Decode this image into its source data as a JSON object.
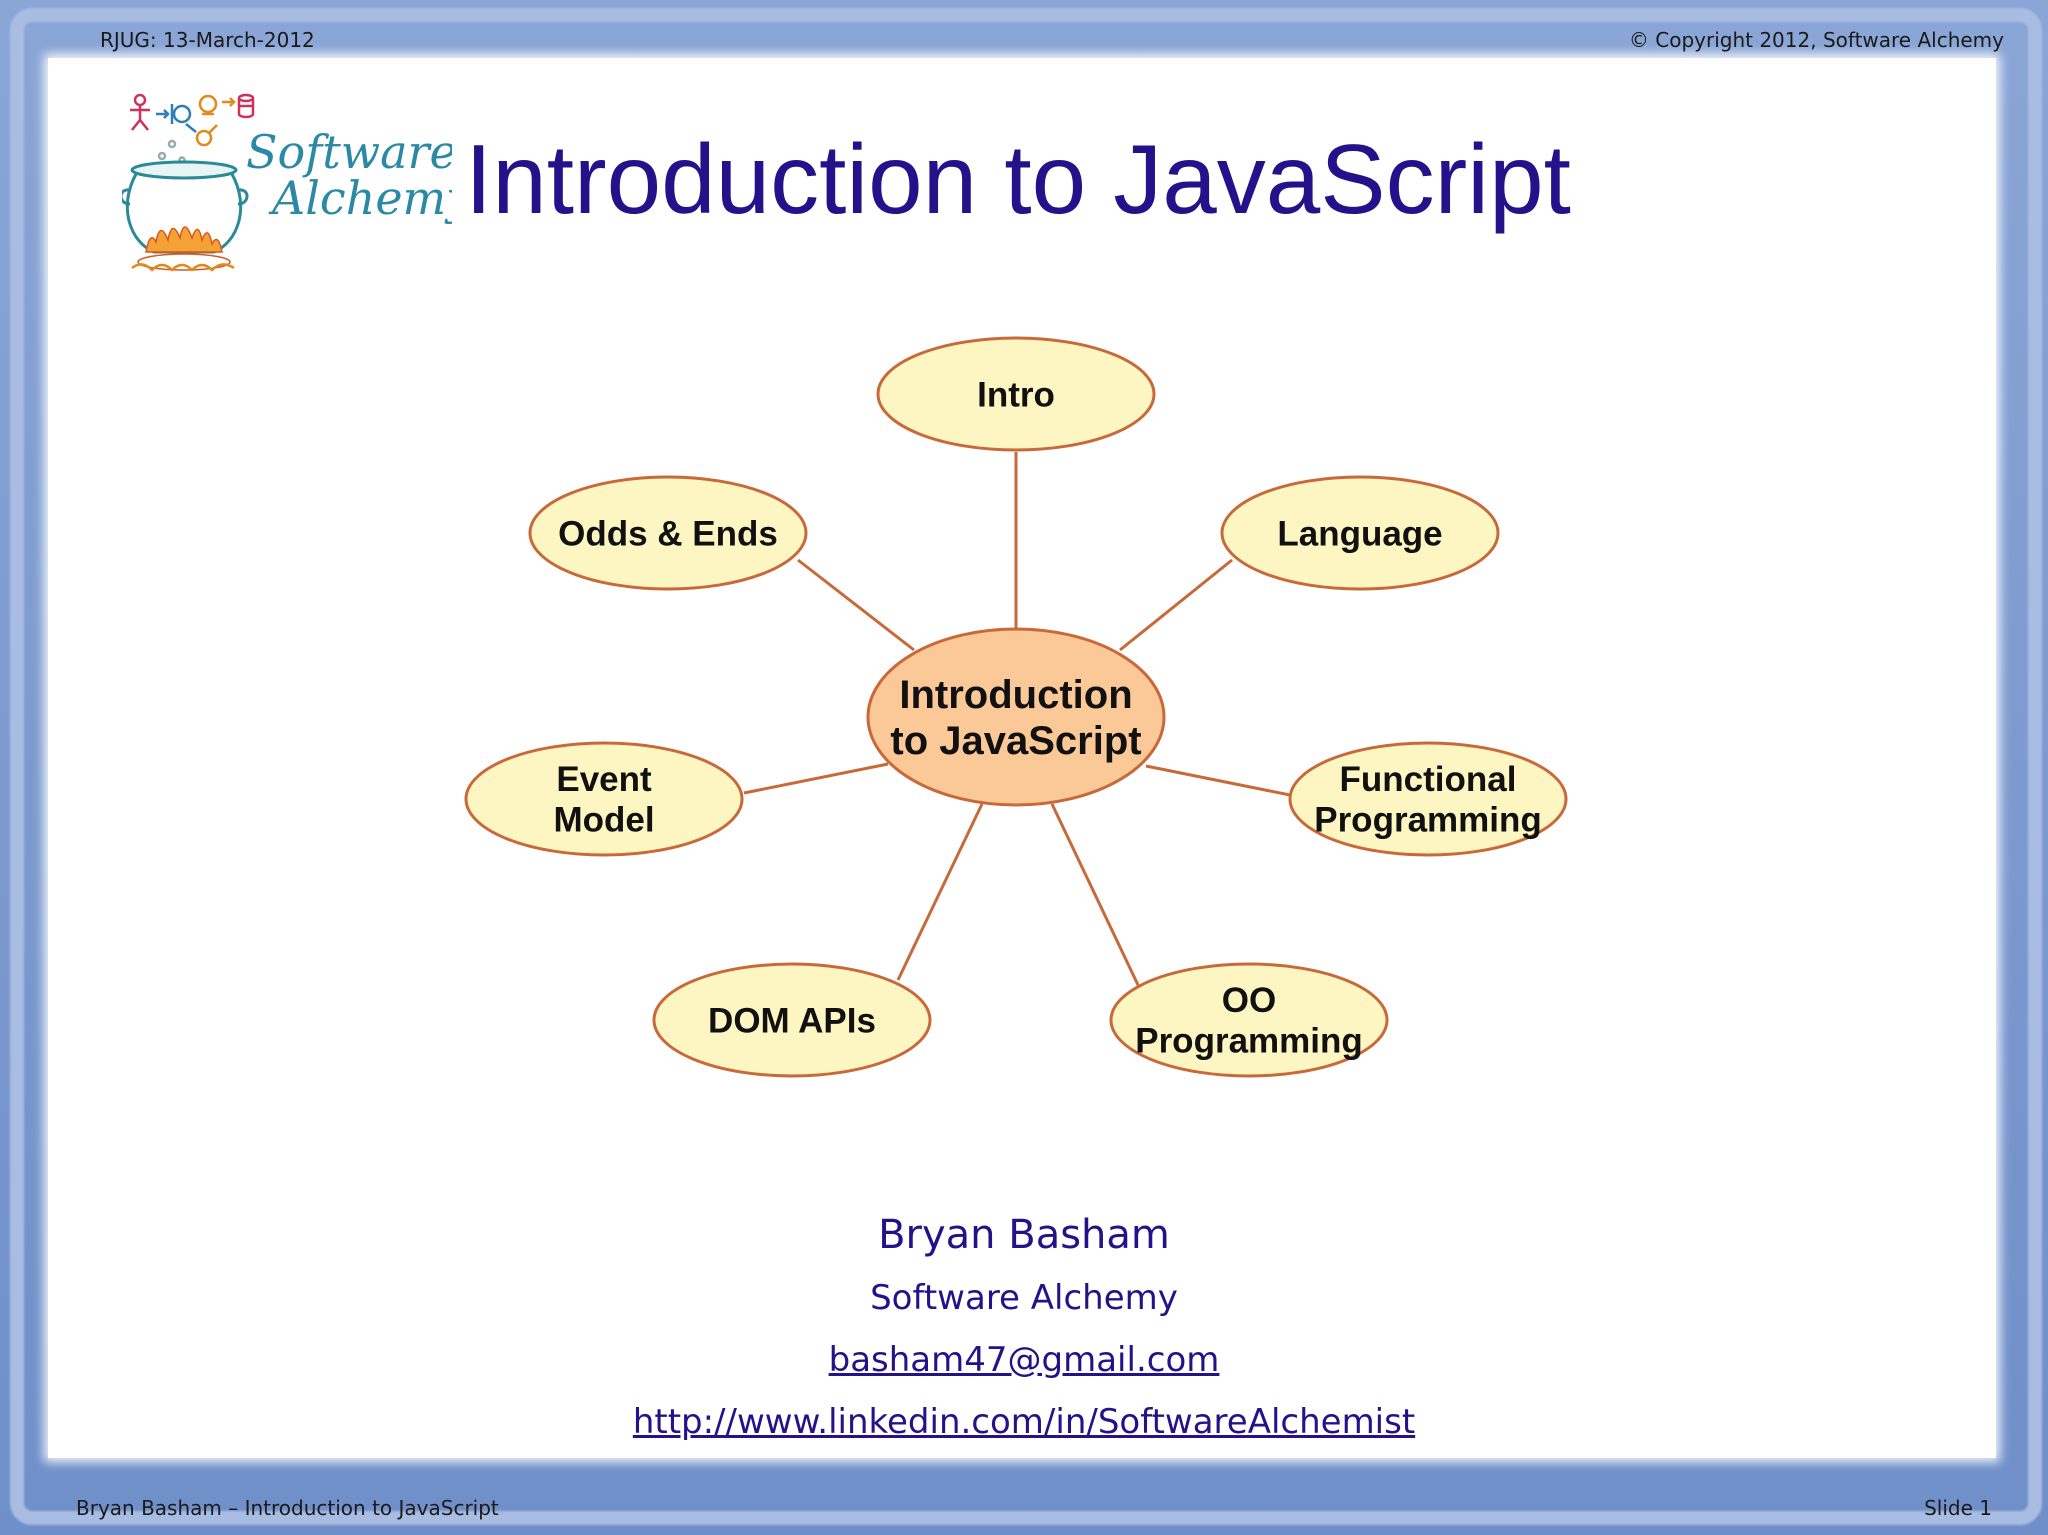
{
  "header": {
    "left": "RJUG:  13-March-2012",
    "right": "© Copyright 2012, Software Alchemy"
  },
  "footer": {
    "left": "Bryan Basham – Introduction to JavaScript",
    "right": "Slide 1"
  },
  "logo": {
    "line1": "Software",
    "line2": "Alchemy"
  },
  "title": "Introduction to JavaScript",
  "mindmap": {
    "center": [
      "Introduction",
      "to JavaScript"
    ],
    "nodes": [
      {
        "id": "intro",
        "lines": [
          "Intro"
        ]
      },
      {
        "id": "language",
        "lines": [
          "Language"
        ]
      },
      {
        "id": "functional",
        "lines": [
          "Functional",
          "Programming"
        ]
      },
      {
        "id": "oo",
        "lines": [
          "OO",
          "Programming"
        ]
      },
      {
        "id": "dom",
        "lines": [
          "DOM APIs"
        ]
      },
      {
        "id": "event",
        "lines": [
          "Event",
          "Model"
        ]
      },
      {
        "id": "odds",
        "lines": [
          "Odds & Ends"
        ]
      }
    ],
    "colors": {
      "node_fill": "#fdf6c3",
      "center_fill": "#fbc998",
      "stroke": "#c8693a"
    }
  },
  "author": {
    "name": "Bryan Basham",
    "organization": "Software Alchemy",
    "email": "basham47@gmail.com",
    "linkedin": "http://www.linkedin.com/in/SoftwareAlchemist"
  }
}
